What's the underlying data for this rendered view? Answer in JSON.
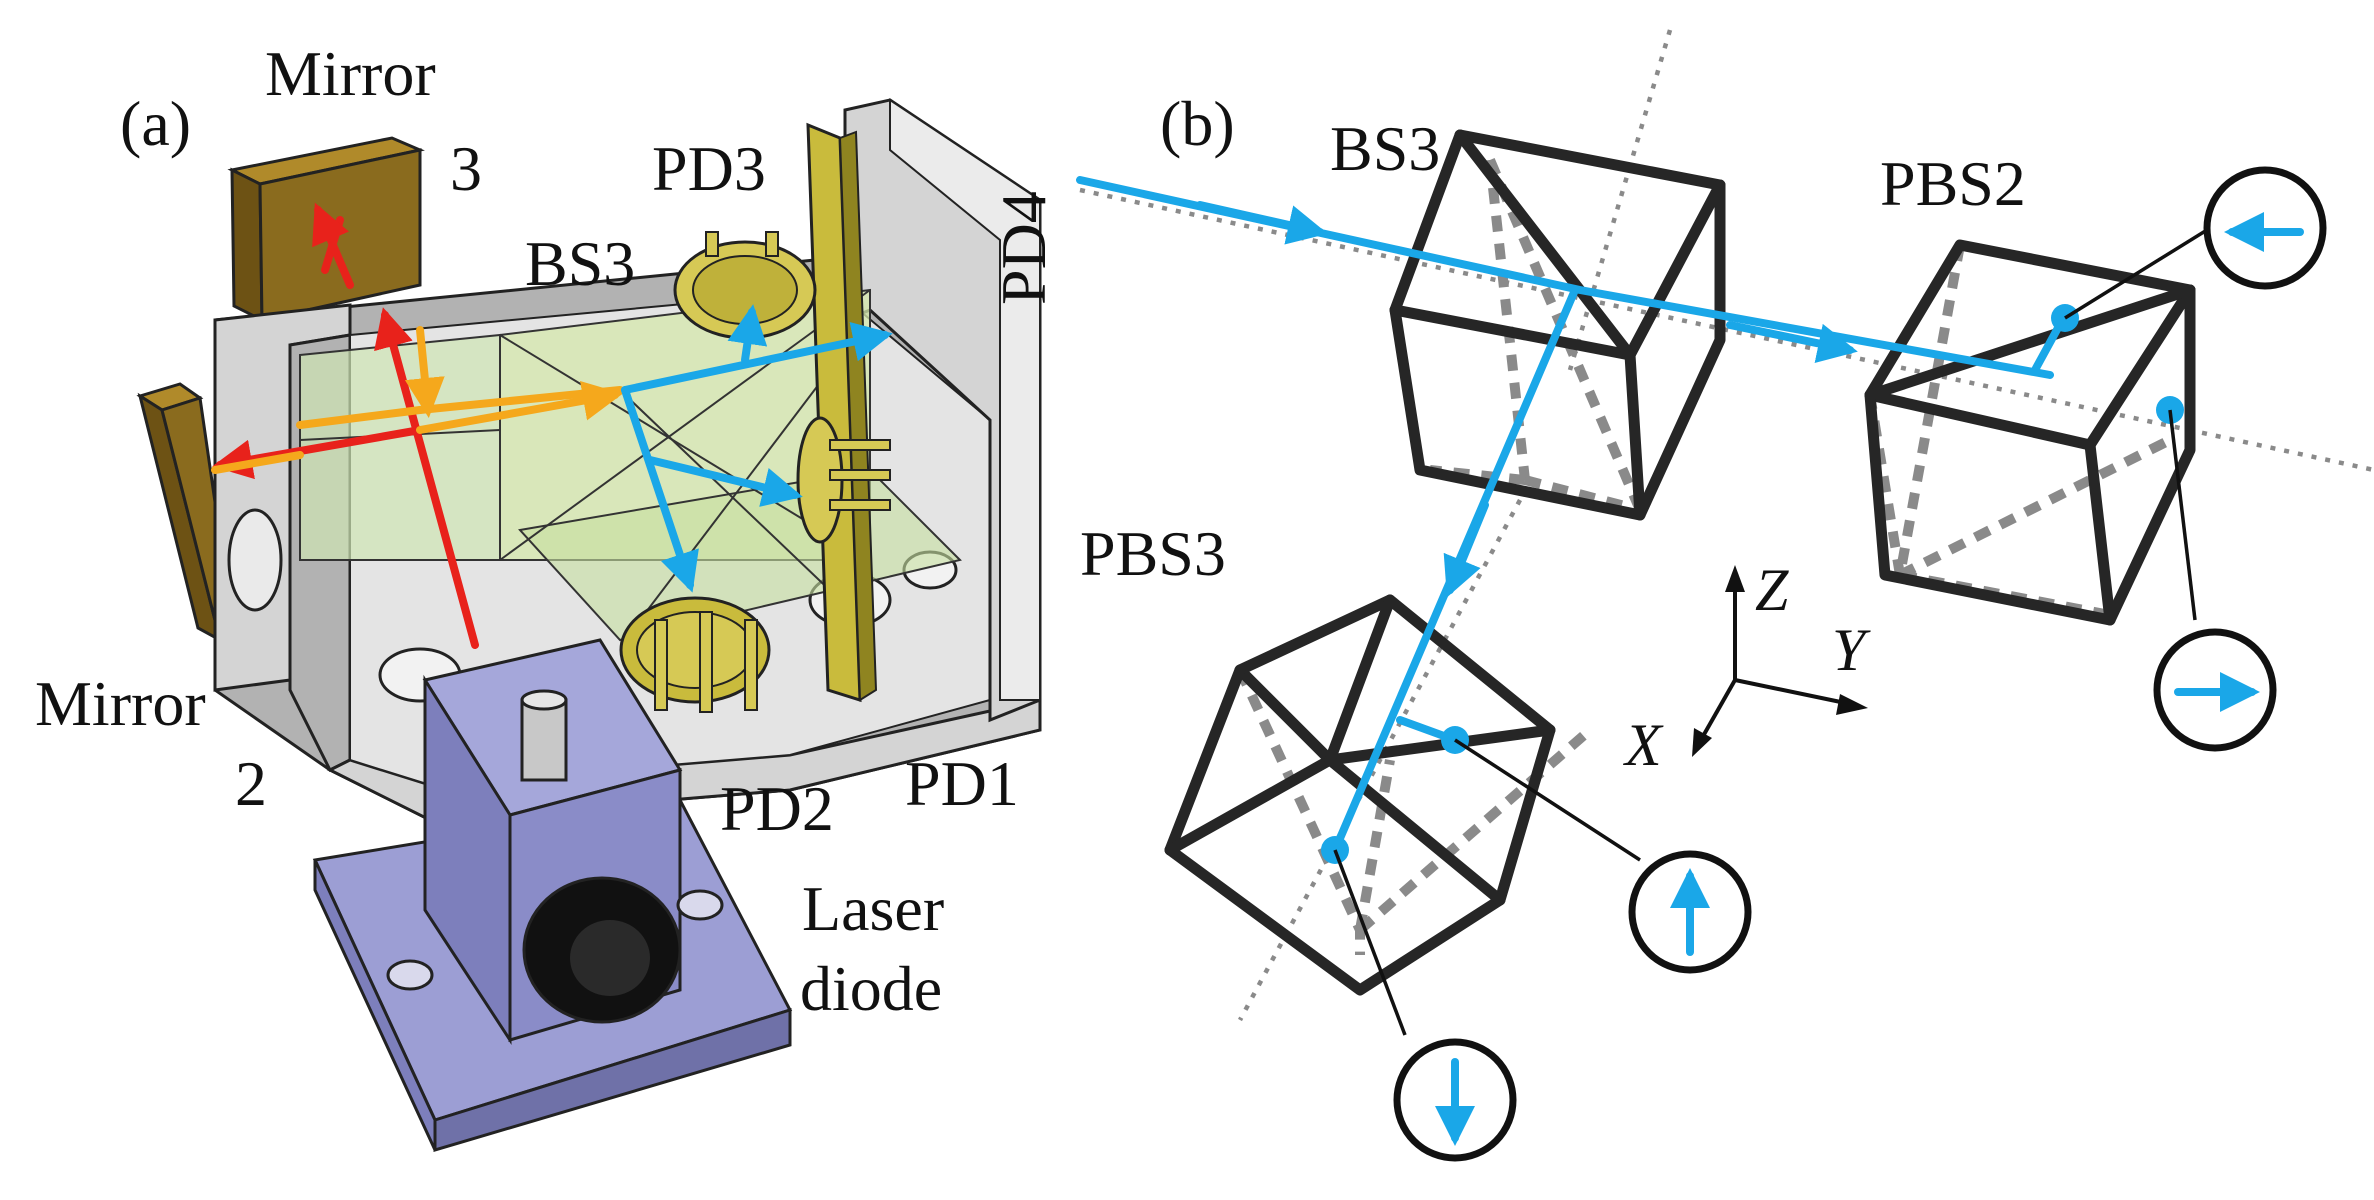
{
  "figure": {
    "panel_a": {
      "tag": "(a)",
      "labels": {
        "mirror3_line1": "Mirror",
        "mirror3_line2": "3",
        "mirror2_line1": "Mirror",
        "mirror2_line2": "2",
        "pd3": "PD3",
        "pd4": "PD4",
        "bs3": "BS3",
        "pd1": "PD1",
        "pd2": "PD2",
        "laser_line1": "Laser",
        "laser_line2": "diode"
      }
    },
    "panel_b": {
      "tag": "(b)",
      "labels": {
        "bs3": "BS3",
        "pbs2": "PBS2",
        "pbs3": "PBS3"
      },
      "axes": {
        "z": "Z",
        "y": "Y",
        "x": "X"
      }
    },
    "colors": {
      "beam_blue": "#1aa7e8",
      "beam_red": "#e8221b",
      "beam_orange": "#f5a81c",
      "cube_edge": "#262626",
      "hidden_edge": "#8a8a8a",
      "mirror_brown": "#8a6b1e",
      "housing_gray": "#c9c9c9",
      "mount_purple": "#8a8cc8",
      "pd_yellow": "#c9bb3c"
    },
    "polarization_icons": [
      "arrow-left-icon",
      "arrow-right-icon",
      "arrow-up-icon",
      "arrow-down-icon"
    ]
  }
}
